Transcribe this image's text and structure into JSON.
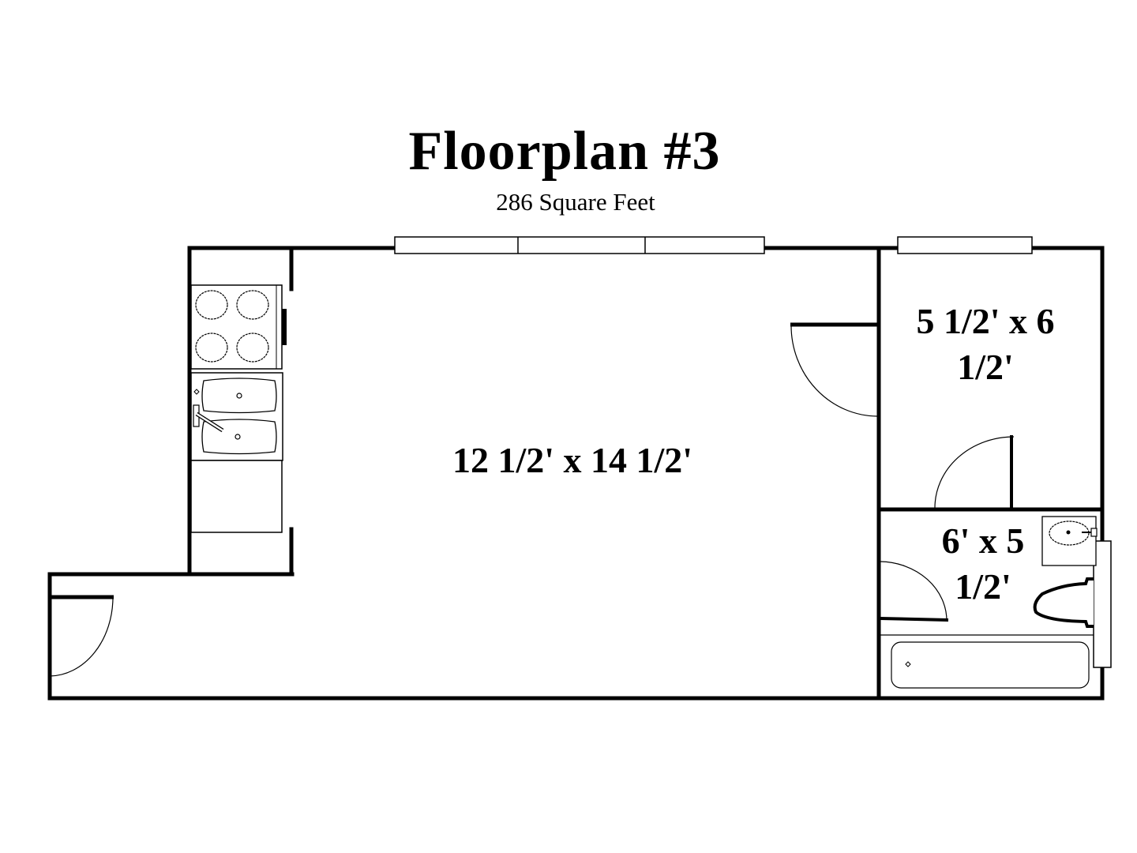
{
  "header": {
    "title": "Floorplan #3",
    "subtitle": "286 Square Feet"
  },
  "rooms": [
    {
      "id": "main",
      "name": "main-room",
      "dimensions": "12 1/2' x 14 1/2'"
    },
    {
      "id": "closet",
      "name": "closet",
      "dimensions_line1": "5 1/2' x 6",
      "dimensions_line2": "1/2'"
    },
    {
      "id": "bathroom",
      "name": "bathroom",
      "dimensions_line1": "6' x 5",
      "dimensions_line2": "1/2'"
    }
  ],
  "fixtures": {
    "kitchen": [
      "stove-4-burner",
      "double-sink",
      "counter"
    ],
    "bathroom": [
      "sink",
      "toilet",
      "bathtub"
    ],
    "windows": [
      "main-window-3-pane",
      "closet-window",
      "bathroom-window"
    ],
    "doors": [
      "entry-door",
      "closet-door-main",
      "closet-door-inner",
      "bathroom-door"
    ]
  },
  "colors": {
    "wall": "#000000",
    "background": "#ffffff"
  }
}
